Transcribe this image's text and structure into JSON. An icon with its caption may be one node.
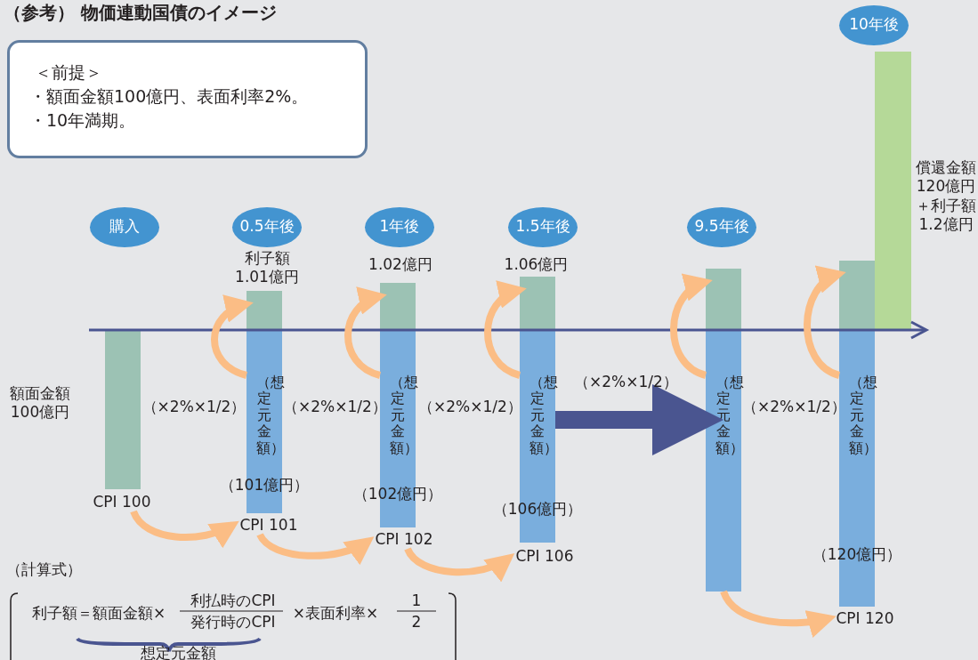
{
  "diagram": {
    "title": "（参考） 物価連動国債のイメージ",
    "nodes": [
      {
        "text": [
          "＜前提＞",
          "・額面金額100億円、表面利率2%。",
          "・10年満期。"
        ]
      },
      {
        "text": [
          "購入"
        ]
      },
      {
        "text": [
          "0.5年後"
        ]
      },
      {
        "text": [
          "1年後"
        ]
      },
      {
        "text": [
          "1.5年後"
        ]
      },
      {
        "text": [
          "9.5年後"
        ]
      },
      {
        "text": [
          "10年後"
        ]
      },
      {
        "text": [],
        "shape": "bar",
        "beside": [
          "額面金額 100億円"
        ]
      },
      {
        "text": [],
        "shape": "bar",
        "beside": [
          "利子額 1.01億円"
        ]
      },
      {
        "text": [
          "（想定元金額）",
          "（101億円）"
        ]
      },
      {
        "text": [],
        "shape": "bar",
        "beside": [
          "1.02億円"
        ]
      },
      {
        "text": [
          "（想定元金額）",
          "（102億円）"
        ]
      },
      {
        "text": [],
        "shape": "bar",
        "beside": [
          "1.06億円"
        ]
      },
      {
        "text": [
          "（想定元金額）",
          "（106億円）"
        ]
      },
      {
        "text": [],
        "shape": "bar"
      },
      {
        "text": [
          "（想定元金額）"
        ]
      },
      {
        "text": [],
        "shape": "bar"
      },
      {
        "text": [
          "（想定元金額）",
          "（120億円）"
        ]
      },
      {
        "text": [],
        "shape": "bar",
        "beside": [
          "償還金額120億円＋利子額1.2億円"
        ]
      },
      {
        "text": [
          "CPI 100"
        ]
      },
      {
        "text": [
          "CPI 101"
        ]
      },
      {
        "text": [
          "CPI 102"
        ]
      },
      {
        "text": [
          "CPI 106"
        ]
      },
      {
        "text": [
          "CPI 120"
        ]
      }
    ],
    "edges": [
      {
        "from": 9,
        "to": 8,
        "arrow": "to"
      },
      {
        "from": 11,
        "to": 10,
        "arrow": "to"
      },
      {
        "from": 13,
        "to": 12,
        "arrow": "to"
      },
      {
        "from": 15,
        "to": 14,
        "arrow": "to"
      },
      {
        "from": 17,
        "to": 16,
        "arrow": "to"
      },
      {
        "from": 19,
        "to": 20,
        "arrow": "to"
      },
      {
        "from": 20,
        "to": 21,
        "arrow": "to"
      },
      {
        "from": 21,
        "to": 22,
        "arrow": "to"
      },
      {
        "from": 15,
        "to": 23,
        "arrow": "to"
      },
      {
        "from": 13,
        "to": 15,
        "arrow": "to",
        "style": "thick",
        "color": "#4a5590"
      }
    ],
    "labels": [
      "（×2%×1/2）",
      "（×2%×1/2）",
      "（×2%×1/2）",
      "（×2%×1/2）",
      "（×2%×1/2）",
      "（計算式）",
      "利子額＝額面金額×",
      "利払時のCPI",
      "発行時のCPI",
      "×表面利率×",
      "1",
      "2",
      "想定元金額"
    ]
  }
}
